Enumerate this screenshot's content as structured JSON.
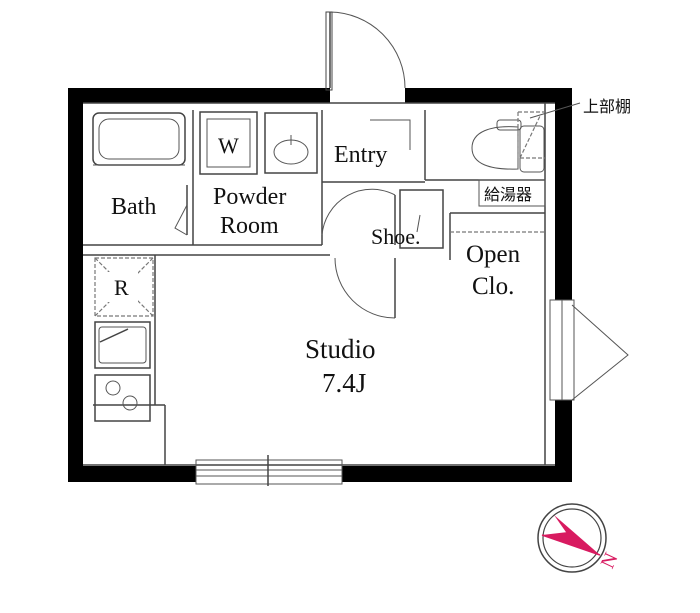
{
  "rooms": {
    "bath": "Bath",
    "washer": "W",
    "powder_room_line1": "Powder",
    "powder_room_line2": "Room",
    "entry": "Entry",
    "shoe": "Shoe.",
    "open_closet_line1": "Open",
    "open_closet_line2": "Clo.",
    "refrigerator": "R",
    "studio": "Studio",
    "studio_size": "7.4J"
  },
  "annotations": {
    "upper_shelf": "上部棚",
    "water_heater": "給湯器"
  },
  "compass": {
    "north_label": "N",
    "accent_color": "#d81b60"
  }
}
